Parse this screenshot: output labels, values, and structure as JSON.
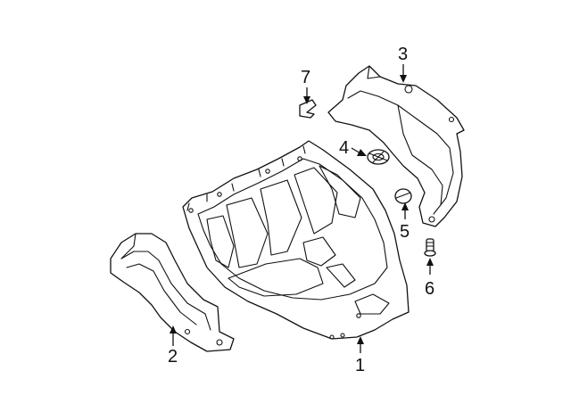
{
  "callouts": [
    {
      "id": 1,
      "label": "1"
    },
    {
      "id": 2,
      "label": "2"
    },
    {
      "id": 3,
      "label": "3"
    },
    {
      "id": 4,
      "label": "4"
    },
    {
      "id": 5,
      "label": "5"
    },
    {
      "id": 6,
      "label": "6"
    },
    {
      "id": 7,
      "label": "7"
    }
  ],
  "colors": {
    "line": "#111111",
    "background": "#ffffff"
  }
}
